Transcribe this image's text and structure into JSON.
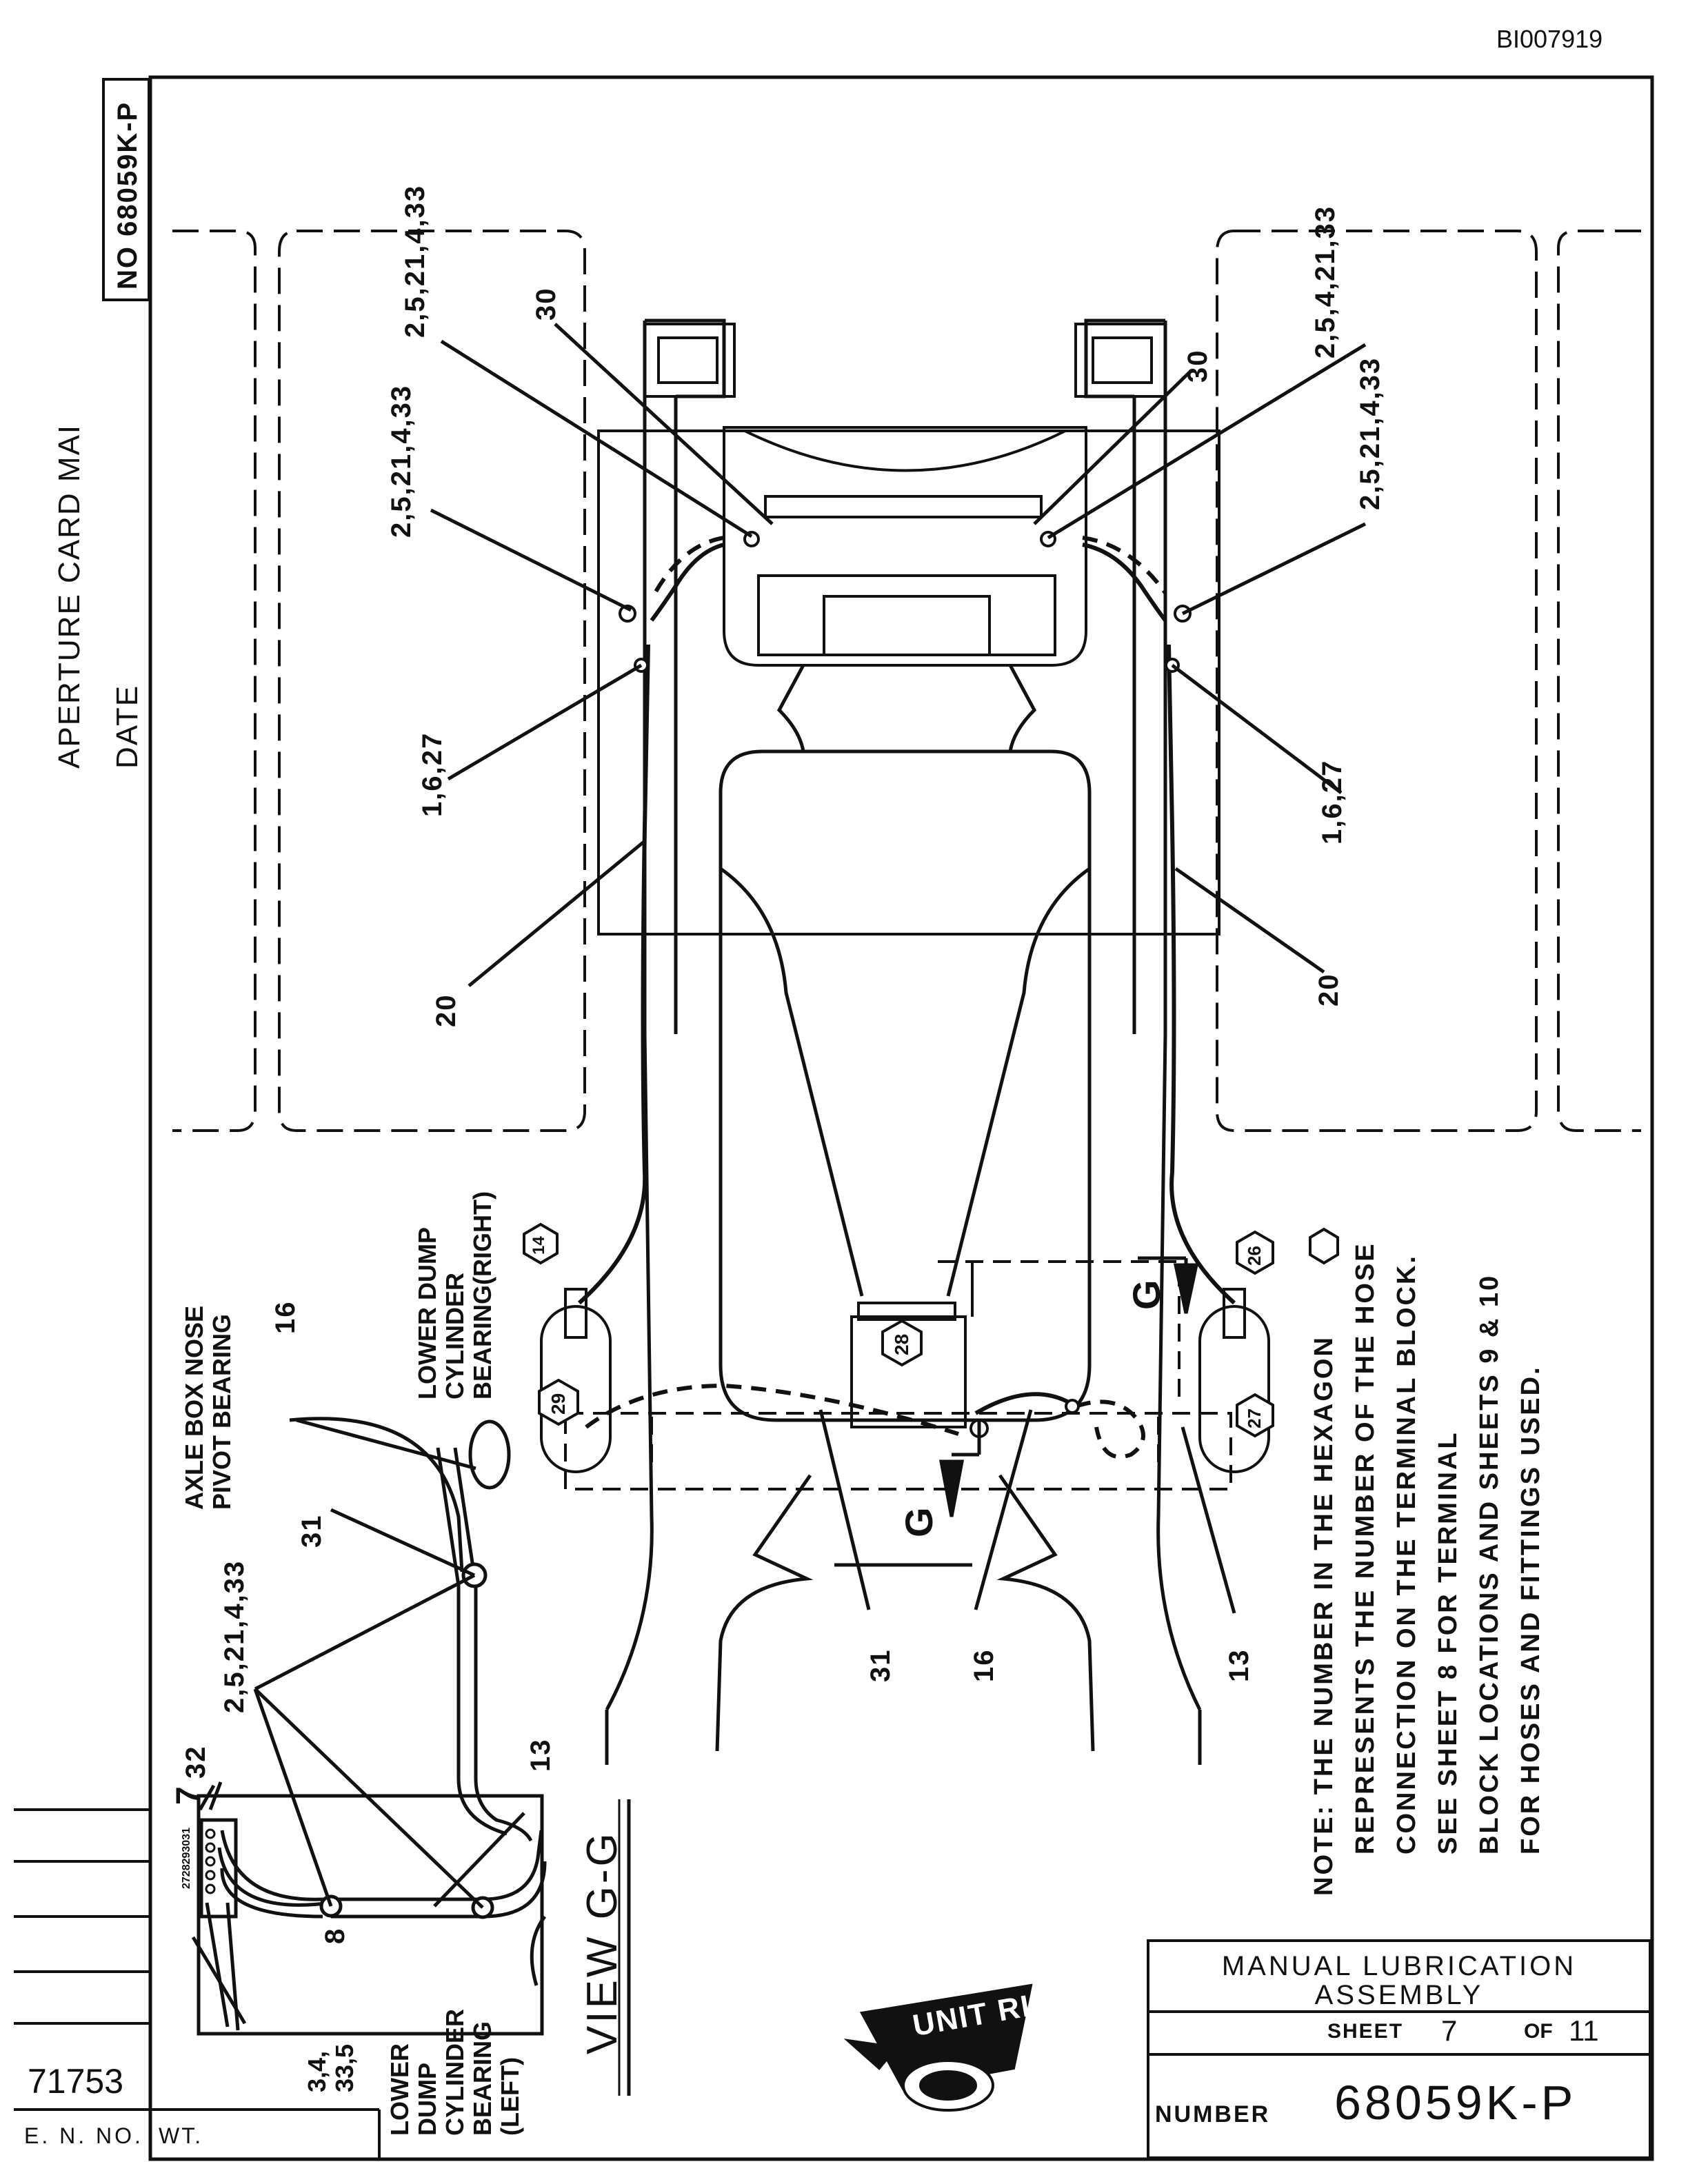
{
  "doc_id": "BI007919",
  "aperture": {
    "card_text": "APERTURE CARD MAI",
    "date_label": "DATE"
  },
  "sheet_no_box": "NO 68059K-P",
  "title_block": {
    "title_line1": "MANUAL  LUBRICATION",
    "title_line2": "ASSEMBLY",
    "sheet_label": "SHEET",
    "sheet_num": "7",
    "of_label": "OF",
    "sheet_total": "11",
    "number_label": "NUMBER",
    "number_value": "68059K-P",
    "logo_text": "UNIT RIG"
  },
  "lower_left": {
    "code": "71753",
    "eno_label": "E. N. NO.",
    "wt_label": "WT."
  },
  "view_title": "VIEW G-G",
  "section_marks": {
    "bottom": "G",
    "right": "G"
  },
  "callouts": {
    "top_left_far": "2,5,21,4,33",
    "top_left_near": "2,5,21,4,33",
    "top_left_30": "30",
    "top_right_far": "2,5,4,21,33",
    "top_right_near": "2,5,21,4,33",
    "top_right_30": "30",
    "left_1627": "1,6,27",
    "right_1627": "1,6,27",
    "left_20": "20",
    "right_20": "20",
    "bottom_31": "31",
    "bottom_16": "16",
    "bottom_13": "13"
  },
  "hexagons": {
    "h14": "14",
    "h29": "29",
    "h28": "28",
    "h26": "26",
    "h27": "27"
  },
  "view_labels": {
    "axle_line1": "AXLE BOX NOSE",
    "axle_line2": "PIVOT BEARING",
    "n16": "16",
    "right_line1": "LOWER DUMP",
    "right_line2": "CYLINDER",
    "right_line3": "BEARING(RIGHT)",
    "n31": "31",
    "n_group": "2,5,21,4,33",
    "n32": "32",
    "n7": "7",
    "terminals": "2728293031",
    "n8": "8",
    "n13": "13",
    "n_bottom": "3,4,",
    "n_bottom2": "33,5",
    "left_line1": "LOWER",
    "left_line2": "DUMP",
    "left_line3": "CYLINDER",
    "left_line4": "BEARING",
    "left_line5": "(LEFT)"
  },
  "note": {
    "line1": "NOTE: THE NUMBER IN THE HEXAGON",
    "line2": "REPRESENTS THE NUMBER OF THE HOSE",
    "line3": "CONNECTION ON THE TERMINAL BLOCK.",
    "line4": "SEE SHEET 8  FOR TERMINAL",
    "line5": "BLOCK LOCATIONS AND SHEETS 9 & 10",
    "line6": "FOR HOSES AND FITTINGS USED."
  }
}
